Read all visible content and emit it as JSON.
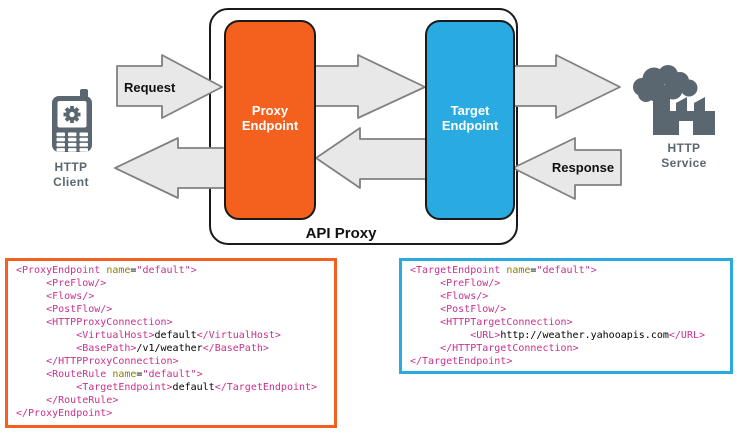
{
  "diagram": {
    "api_proxy_label": "API Proxy",
    "request_label": "Request",
    "response_label": "Response",
    "http_client": {
      "line1": "HTTP",
      "line2": "Client"
    },
    "http_service": {
      "line1": "HTTP",
      "line2": "Service"
    },
    "proxy_endpoint": {
      "line1": "Proxy",
      "line2": "Endpoint",
      "color": "#F4611F"
    },
    "target_endpoint": {
      "line1": "Target",
      "line2": "Endpoint",
      "color": "#29ABE2"
    },
    "arrow_fill": "#E8E8E8",
    "arrow_stroke": "#808080",
    "icon_color": "#5B6770"
  },
  "syntax_colors": {
    "tag": "#C9308C",
    "attr": "#8B8000",
    "val": "#C9308C",
    "plain": "#000000"
  },
  "code_blocks": [
    {
      "name": "proxyendpoint-xml",
      "border_color": "#F4611F",
      "lines": [
        [
          [
            "tag",
            "<ProxyEndpoint "
          ],
          [
            "attr",
            "name"
          ],
          [
            "plain",
            "="
          ],
          [
            "val",
            "\"default\""
          ],
          [
            "tag",
            ">"
          ]
        ],
        [
          [
            "tag",
            "     <PreFlow/>"
          ]
        ],
        [
          [
            "tag",
            "     <Flows/>"
          ]
        ],
        [
          [
            "tag",
            "     <PostFlow/>"
          ]
        ],
        [
          [
            "tag",
            "     <HTTPProxyConnection>"
          ]
        ],
        [
          [
            "tag",
            "          <VirtualHost>"
          ],
          [
            "plain",
            "default"
          ],
          [
            "tag",
            "</VirtualHost>"
          ]
        ],
        [
          [
            "tag",
            "          <BasePath>"
          ],
          [
            "plain",
            "/v1/weather"
          ],
          [
            "tag",
            "</BasePath>"
          ]
        ],
        [
          [
            "tag",
            "     </HTTPProxyConnection>"
          ]
        ],
        [
          [
            "tag",
            "     <RouteRule "
          ],
          [
            "attr",
            "name"
          ],
          [
            "plain",
            "="
          ],
          [
            "val",
            "\"default\""
          ],
          [
            "tag",
            ">"
          ]
        ],
        [
          [
            "tag",
            "          <TargetEndpoint>"
          ],
          [
            "plain",
            "default"
          ],
          [
            "tag",
            "</TargetEndpoint>"
          ]
        ],
        [
          [
            "tag",
            "     </RouteRule>"
          ]
        ],
        [
          [
            "tag",
            "</ProxyEndpoint>"
          ]
        ]
      ]
    },
    {
      "name": "targetendpoint-xml",
      "border_color": "#29ABE2",
      "lines": [
        [
          [
            "tag",
            "<TargetEndpoint "
          ],
          [
            "attr",
            "name"
          ],
          [
            "plain",
            "="
          ],
          [
            "val",
            "\"default\""
          ],
          [
            "tag",
            ">"
          ]
        ],
        [
          [
            "tag",
            "     <PreFlow/>"
          ]
        ],
        [
          [
            "tag",
            "     <Flows/>"
          ]
        ],
        [
          [
            "tag",
            "     <PostFlow/>"
          ]
        ],
        [
          [
            "tag",
            "     <HTTPTargetConnection>"
          ]
        ],
        [
          [
            "tag",
            "          <URL>"
          ],
          [
            "plain",
            "http://weather.yahooapis.com"
          ],
          [
            "tag",
            "</URL>"
          ]
        ],
        [
          [
            "tag",
            "     </HTTPTargetConnection>"
          ]
        ],
        [
          [
            "tag",
            "</TargetEndpoint>"
          ]
        ]
      ]
    }
  ]
}
